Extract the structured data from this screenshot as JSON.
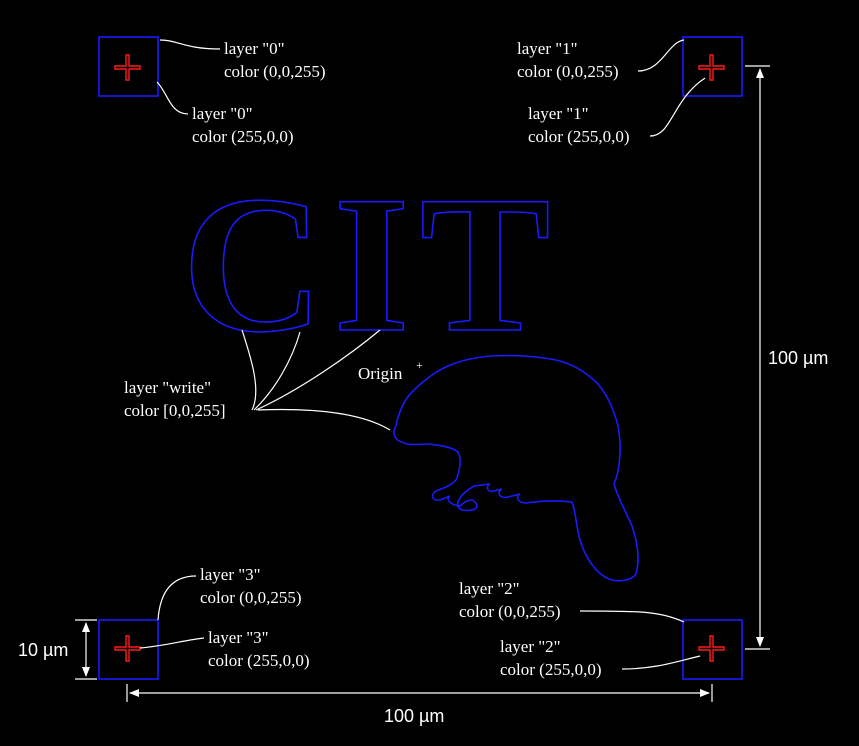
{
  "colors": {
    "background": "#000000",
    "blue_layer": "#1a1aff",
    "red_layer": "#ff1a1a",
    "annotation": "#ffffff"
  },
  "marks": {
    "top_left": {
      "layer_blue": "layer \"0\"",
      "color_blue": "color (0,0,255)",
      "layer_red": "layer \"0\"",
      "color_red": "color (255,0,0)"
    },
    "top_right": {
      "layer_blue": "layer \"1\"",
      "color_blue": "color (0,0,255)",
      "layer_red": "layer \"1\"",
      "color_red": "color (255,0,0)"
    },
    "bottom_right": {
      "layer_blue": "layer \"2\"",
      "color_blue": "color (0,0,255)",
      "layer_red": "layer \"2\"",
      "color_red": "color (255,0,0)"
    },
    "bottom_left": {
      "layer_blue": "layer \"3\"",
      "color_blue": "color (0,0,255)",
      "layer_red": "layer \"3\"",
      "color_red": "color (255,0,0)"
    }
  },
  "logo_text": "CIT",
  "write_layer": {
    "layer": "layer \"write\"",
    "color": "color [0,0,255]"
  },
  "origin": {
    "label": "Origin",
    "marker": "+"
  },
  "dimensions": {
    "mark_size": "10 µm",
    "horizontal": "100 µm",
    "vertical": "100 µm"
  }
}
